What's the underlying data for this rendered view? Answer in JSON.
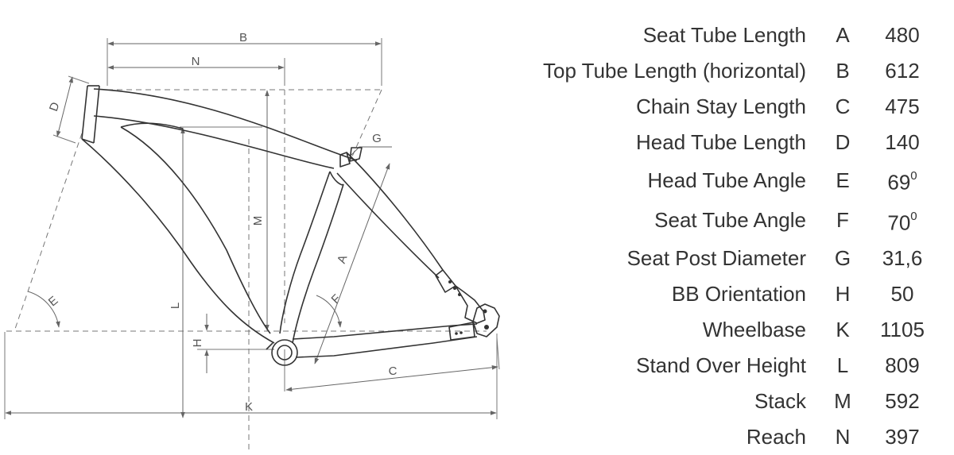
{
  "diagram": {
    "labels": {
      "B": "B",
      "N": "N",
      "D": "D",
      "G": "G",
      "M": "M",
      "A": "A",
      "E": "E",
      "F": "F",
      "L": "L",
      "H": "H",
      "C": "C",
      "K": "K"
    }
  },
  "specs": [
    {
      "name": "Seat Tube Length",
      "code": "A",
      "value": "480"
    },
    {
      "name": "Top Tube Length (horizontal)",
      "code": "B",
      "value": "612"
    },
    {
      "name": "Chain Stay Length",
      "code": "C",
      "value": "475"
    },
    {
      "name": "Head Tube Length",
      "code": "D",
      "value": "140"
    },
    {
      "name": "Head Tube Angle",
      "code": "E",
      "value": "69",
      "unit": "0"
    },
    {
      "name": "Seat Tube Angle",
      "code": "F",
      "value": "70",
      "unit": "0"
    },
    {
      "name": "Seat Post Diameter",
      "code": "G",
      "value": "31,6"
    },
    {
      "name": "BB Orientation",
      "code": "H",
      "value": "50"
    },
    {
      "name": "Wheelbase",
      "code": "K",
      "value": "1105"
    },
    {
      "name": "Stand Over Height",
      "code": "L",
      "value": "809"
    },
    {
      "name": "Stack",
      "code": "M",
      "value": "592"
    },
    {
      "name": "Reach",
      "code": "N",
      "value": "397"
    }
  ]
}
